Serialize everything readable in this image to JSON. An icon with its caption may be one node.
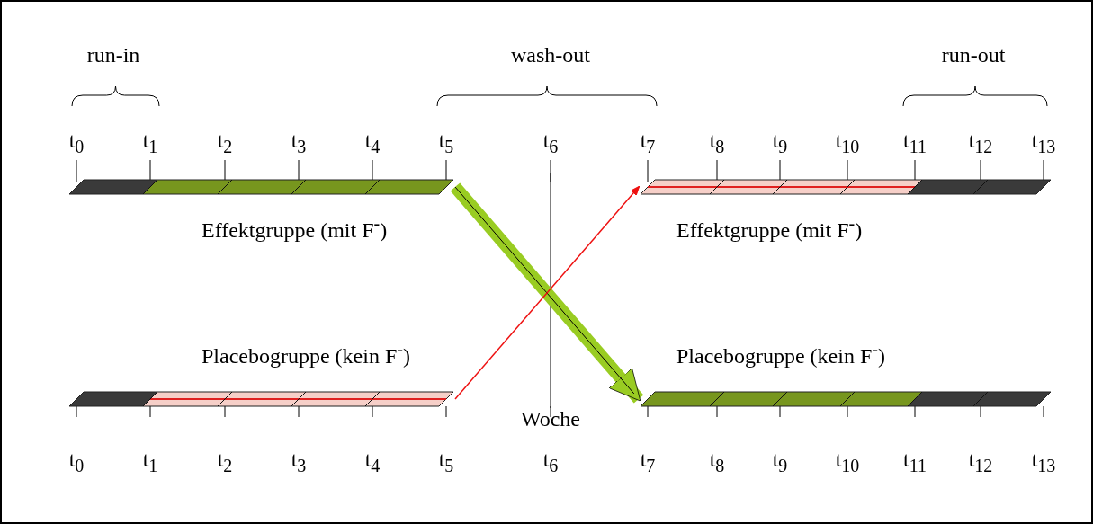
{
  "diagram": {
    "nodes": [
      {
        "text": [
          "Effektgruppe (mit F$^{-}$)"
        ]
      },
      {
        "text": [
          "Placebogruppe (kein F$^{-}$)"
        ]
      },
      {
        "text": [
          "Effektgruppe (mit F$^{-}$)"
        ]
      },
      {
        "text": [
          "Placebogruppe (kein F$^{-}$)"
        ]
      }
    ],
    "edges": [
      {
        "from": 0,
        "to": 3,
        "arrow": "to",
        "style": "thick",
        "color": "#99cc22"
      },
      {
        "from": 1,
        "to": 2,
        "arrow": "to",
        "color": "#ee1111"
      }
    ],
    "labels": [
      "run-in",
      "wash-out",
      "run-out",
      "t$_{0}$",
      "t$_{1}$",
      "t$_{2}$",
      "t$_{3}$",
      "t$_{4}$",
      "t$_{5}$",
      "t$_{6}$",
      "t$_{7}$",
      "t$_{8}$",
      "t$_{9}$",
      "t$_{10}$",
      "t$_{11}$",
      "t$_{12}$",
      "t$_{13}$",
      "Woche",
      "t$_{0}$",
      "t$_{1}$",
      "t$_{2}$",
      "t$_{3}$",
      "t$_{4}$",
      "t$_{5}$",
      "t$_{6}$",
      "t$_{7}$",
      "t$_{8}$",
      "t$_{9}$",
      "t$_{10}$",
      "t$_{11}$",
      "t$_{12}$",
      "t$_{13}$"
    ]
  }
}
